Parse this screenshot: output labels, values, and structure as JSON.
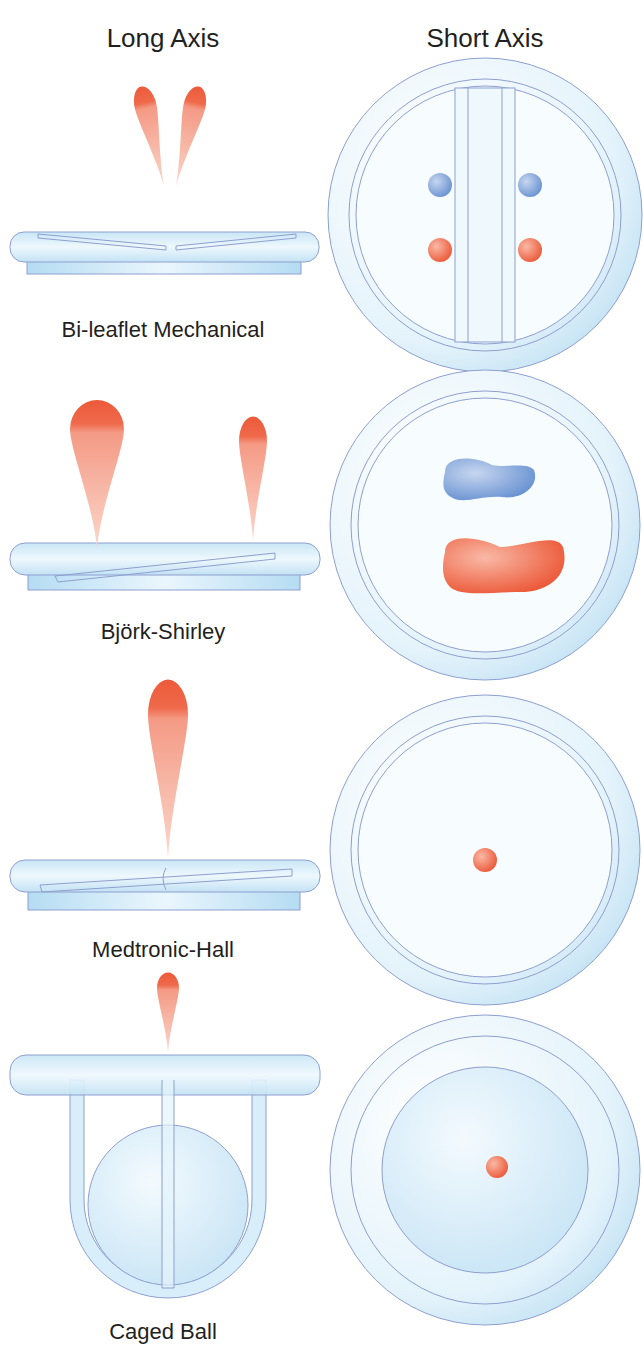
{
  "diagram": {
    "labels": [
      "Long Axis",
      "Short Axis",
      "Bi-leaflet Mechanical",
      "Björk-Shirley",
      "Medtronic-Hall",
      "Caged Ball"
    ]
  }
}
